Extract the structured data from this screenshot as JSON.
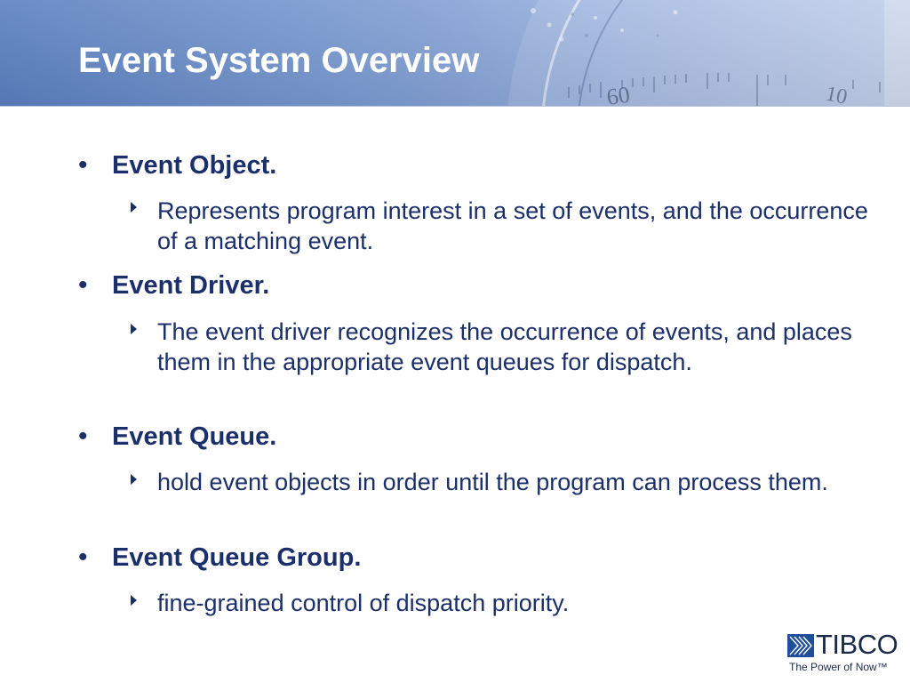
{
  "slide": {
    "title": "Event System Overview",
    "items": [
      {
        "heading": "Event Object.",
        "detail": "Represents program interest in a set of events, and the occurrence of a matching event."
      },
      {
        "heading": "Event Driver.",
        "detail": "The event driver recognizes the occurrence of events, and places them in the appropriate event queues for dispatch."
      },
      {
        "heading": "Event Queue.",
        "detail": "hold event objects in order until the program can process them."
      },
      {
        "heading": "Event Queue Group.",
        "detail": "fine-grained control of dispatch priority."
      }
    ]
  },
  "header_art": {
    "watch_numbers": [
      "60",
      "10"
    ]
  },
  "logo": {
    "name": "TIBCO",
    "tagline": "The Power of Now™",
    "color": "#1c2a4a"
  },
  "colors": {
    "text": "#1b2f6b",
    "header": "#6f8fcb"
  }
}
